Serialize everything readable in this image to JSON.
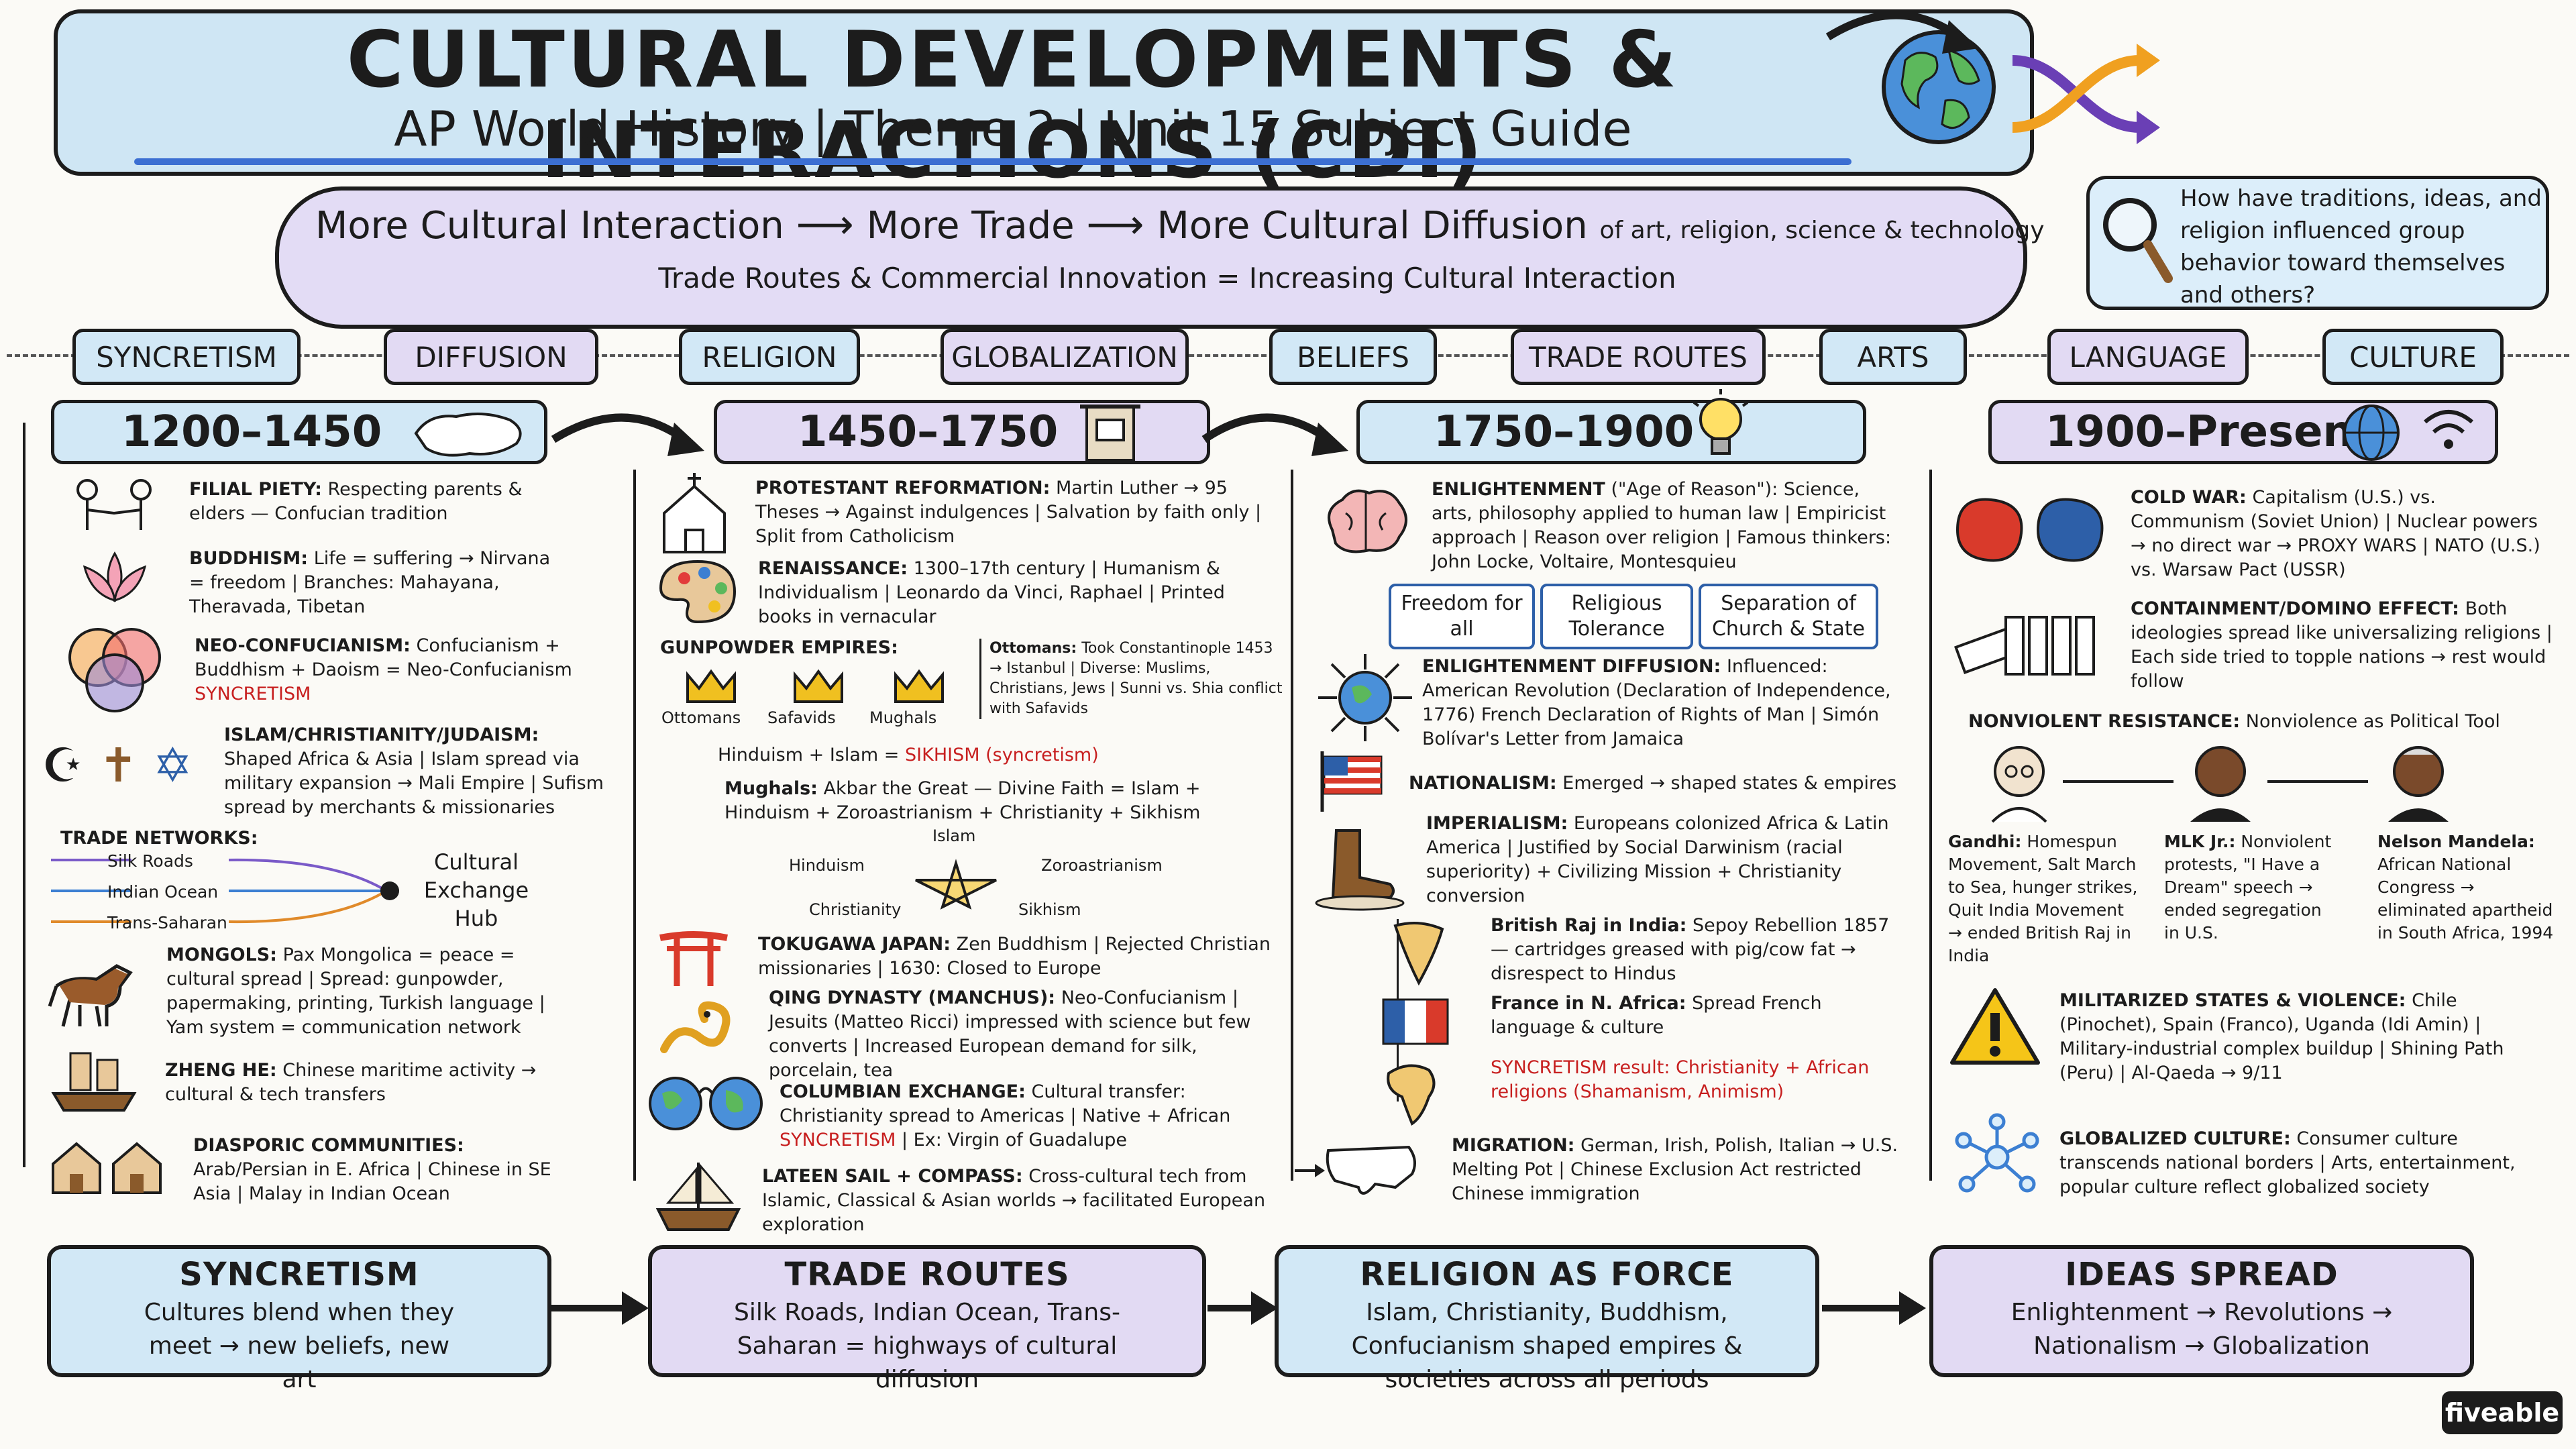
{
  "header": {
    "title": "CULTURAL DEVELOPMENTS & INTERACTIONS (CDI)",
    "subtitle": "AP World History | Theme 2 | Unit 15 Subject Guide"
  },
  "flow": {
    "step1": "More Cultural Interaction",
    "step2": "More Trade",
    "step3": "More Cultural Diffusion",
    "step3_note": "of art, religion, science & technology",
    "equation": "Trade Routes & Commercial Innovation = Increasing Cultural Interaction"
  },
  "question": "How have traditions, ideas, and religion influenced group behavior toward themselves and others?",
  "tags": [
    "SYNCRETISM",
    "DIFFUSION",
    "RELIGION",
    "GLOBALIZATION",
    "BELIEFS",
    "TRADE ROUTES",
    "ARTS",
    "LANGUAGE",
    "CULTURE"
  ],
  "periods": {
    "p1": {
      "label": "1200–1450",
      "items": {
        "filial": {
          "head": "FILIAL PIETY:",
          "text": "Respecting parents & elders — Confucian tradition"
        },
        "buddhism": {
          "head": "BUDDHISM:",
          "text": "Life = suffering → Nirvana = freedom | Branches: Mahayana, Theravada, Tibetan"
        },
        "neo": {
          "head": "NEO-CONFUCIANISM:",
          "text": "Confucianism + Buddhism + Daoism = Neo-Confucianism",
          "red": "SYNCRETISM"
        },
        "abr": {
          "head": "ISLAM/CHRISTIANITY/JUDAISM:",
          "text": "Shaped Africa & Asia | Islam spread via military expansion → Mali Empire | Sufism spread by merchants & missionaries"
        },
        "trade": {
          "head": "TRADE NETWORKS:",
          "routes": [
            "Silk Roads",
            "Indian Ocean",
            "Trans-Saharan"
          ],
          "hub": "Cultural Exchange Hub"
        },
        "mongols": {
          "head": "MONGOLS:",
          "text": "Pax Mongolica = peace = cultural spread | Spread: gunpowder, papermaking, printing, Turkish language | Yam system = communication network"
        },
        "zheng": {
          "head": "ZHENG HE:",
          "text": "Chinese maritime activity → cultural & tech transfers"
        },
        "diaspora": {
          "head": "DIASPORIC COMMUNITIES:",
          "text": "Arab/Persian in E. Africa | Chinese in SE Asia | Malay in Indian Ocean"
        }
      }
    },
    "p2": {
      "label": "1450–1750",
      "items": {
        "prot": {
          "head": "PROTESTANT REFORMATION:",
          "text": "Martin Luther → 95 Theses → Against indulgences | Salvation by faith only | Split from Catholicism"
        },
        "ren": {
          "head": "RENAISSANCE:",
          "text": "1300–17th century | Humanism & Individualism | Leonardo da Vinci, Raphael | Printed books in vernacular"
        },
        "gun": {
          "head": "GUNPOWDER EMPIRES:",
          "empires": [
            "Ottomans",
            "Safavids",
            "Mughals"
          ],
          "ottoman_note_head": "Ottomans:",
          "ottoman_note": "Took Constantinople 1453 → Istanbul | Diverse: Muslims, Christians, Jews | Sunni vs. Shia conflict with Safavids"
        },
        "sikh": {
          "pre": "Hinduism + Islam =",
          "red": "SIKHISM (syncretism)"
        },
        "mughal": {
          "head": "Mughals:",
          "text": "Akbar the Great — Divine Faith = Islam + Hinduism + Zoroastrianism + Christianity + Sikhism"
        },
        "star": [
          "Islam",
          "Hinduism",
          "Zoroastrianism",
          "Christianity",
          "Sikhism"
        ],
        "toku": {
          "head": "TOKUGAWA JAPAN:",
          "text": "Zen Buddhism | Rejected Christian missionaries | 1630: Closed to Europe"
        },
        "qing": {
          "head": "QING DYNASTY (MANCHUS):",
          "text": "Neo-Confucianism | Jesuits (Matteo Ricci) impressed with science but few converts | Increased European demand for silk, porcelain, tea"
        },
        "colum": {
          "head": "COLUMBIAN EXCHANGE:",
          "text": "Cultural transfer: Christianity spread to Americas | Native + African",
          "red": "SYNCRETISM",
          "text2": "| Ex: Virgin of Guadalupe"
        },
        "lateen": {
          "head": "LATEEN SAIL + COMPASS:",
          "text": "Cross-cultural tech from Islamic, Classical & Asian worlds → facilitated European exploration"
        }
      }
    },
    "p3": {
      "label": "1750–1900",
      "items": {
        "enl": {
          "head": "ENLIGHTENMENT",
          "text": "(\"Age of Reason\"): Science, arts, philosophy applied to human law | Empiricist approach | Reason over religion | Famous thinkers: John Locke, Voltaire, Montesquieu"
        },
        "ideals": [
          "Freedom for all",
          "Religious Tolerance",
          "Separation of Church & State"
        ],
        "diff": {
          "head": "ENLIGHTENMENT DIFFUSION:",
          "text": "Influenced: American Revolution (Declaration of Independence, 1776) French Declaration of Rights of Man | Simón Bolívar's Letter from Jamaica"
        },
        "nat": {
          "head": "NATIONALISM:",
          "text": "Emerged → shaped states & empires"
        },
        "imp": {
          "head": "IMPERIALISM:",
          "text": "Europeans colonized Africa & Latin America | Justified by Social Darwinism (racial superiority) + Civilizing Mission + Christianity conversion"
        },
        "raj": {
          "head": "British Raj in India:",
          "text": "Sepoy Rebellion 1857 — cartridges greased with pig/cow fat → disrespect to Hindus"
        },
        "france": {
          "head": "France in N. Africa:",
          "text": "Spread French language & culture"
        },
        "sync": {
          "red": "SYNCRETISM result: Christianity + African religions (Shamanism, Animism)"
        },
        "mig": {
          "head": "MIGRATION:",
          "text": "German, Irish, Polish, Italian → U.S. Melting Pot | Chinese Exclusion Act restricted Chinese immigration"
        }
      }
    },
    "p4": {
      "label": "1900–Present",
      "items": {
        "cold": {
          "head": "COLD WAR:",
          "text": "Capitalism (U.S.) vs. Communism (Soviet Union) | Nuclear powers → no direct war → PROXY WARS | NATO (U.S.) vs. Warsaw Pact (USSR)"
        },
        "domino": {
          "head": "CONTAINMENT/DOMINO EFFECT:",
          "text": "Both ideologies spread like universalizing religions | Each side tried to topple nations → rest would follow"
        },
        "nonviolent": {
          "head": "NONVIOLENT RESISTANCE:",
          "text": "Nonviolence as Political Tool"
        },
        "leaders": [
          {
            "head": "Gandhi:",
            "text": "Homespun Movement, Salt March to Sea, hunger strikes, Quit India Movement → ended British Raj in India"
          },
          {
            "head": "MLK Jr.:",
            "text": "Nonviolent protests, \"I Have a Dream\" speech → ended segregation in U.S."
          },
          {
            "head": "Nelson Mandela:",
            "text": "African National Congress → eliminated apartheid in South Africa, 1994"
          }
        ],
        "mil": {
          "head": "MILITARIZED STATES & VIOLENCE:",
          "text": "Chile (Pinochet), Spain (Franco), Uganda (Idi Amin) | Military-industrial complex buildup | Shining Path (Peru) | Al-Qaeda → 9/11"
        },
        "glob": {
          "head": "GLOBALIZED CULTURE:",
          "text": "Consumer culture transcends national borders | Arts, entertainment, popular culture reflect globalized society"
        }
      }
    }
  },
  "bottom": [
    {
      "title": "SYNCRETISM",
      "desc": "Cultures blend when they meet → new beliefs, new art"
    },
    {
      "title": "TRADE ROUTES",
      "desc": "Silk Roads, Indian Ocean, Trans-Saharan = highways of cultural diffusion"
    },
    {
      "title": "RELIGION AS FORCE",
      "desc": "Islam, Christianity, Buddhism, Confucianism shaped empires & societies across all periods"
    },
    {
      "title": "IDEAS SPREAD",
      "desc": "Enlightenment → Revolutions → Nationalism → Globalization"
    }
  ],
  "logo": "fiveable",
  "colors": {
    "blue_panel": "#d2e8f6",
    "purple_panel": "#e2daf3",
    "accent_red": "#c71f1f",
    "underline_blue": "#3c6fd2"
  }
}
